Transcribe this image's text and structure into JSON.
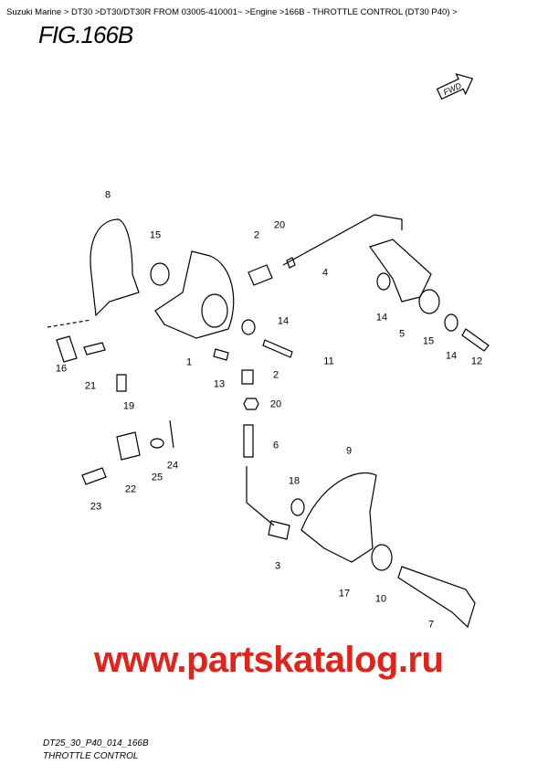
{
  "breadcrumb": "Suzuki Marine > DT30 >DT30/DT30R FROM 03005-410001~ >Engine >166B - THROTTLE CONTROL (DT30 P40) >",
  "figure_title": "FIG.166B",
  "fwd_label": "FWD",
  "callouts": [
    "8",
    "15",
    "2",
    "20",
    "4",
    "14",
    "5",
    "15",
    "14",
    "12",
    "14",
    "1",
    "11",
    "13",
    "2",
    "20",
    "16",
    "21",
    "19",
    "6",
    "9",
    "24",
    "25",
    "22",
    "23",
    "18",
    "3",
    "17",
    "10",
    "7"
  ],
  "watermark": "www.partskatalog.ru",
  "footer": {
    "code": "DT25_30_P40_014_166B",
    "caption": "THROTTLE CONTROL"
  }
}
